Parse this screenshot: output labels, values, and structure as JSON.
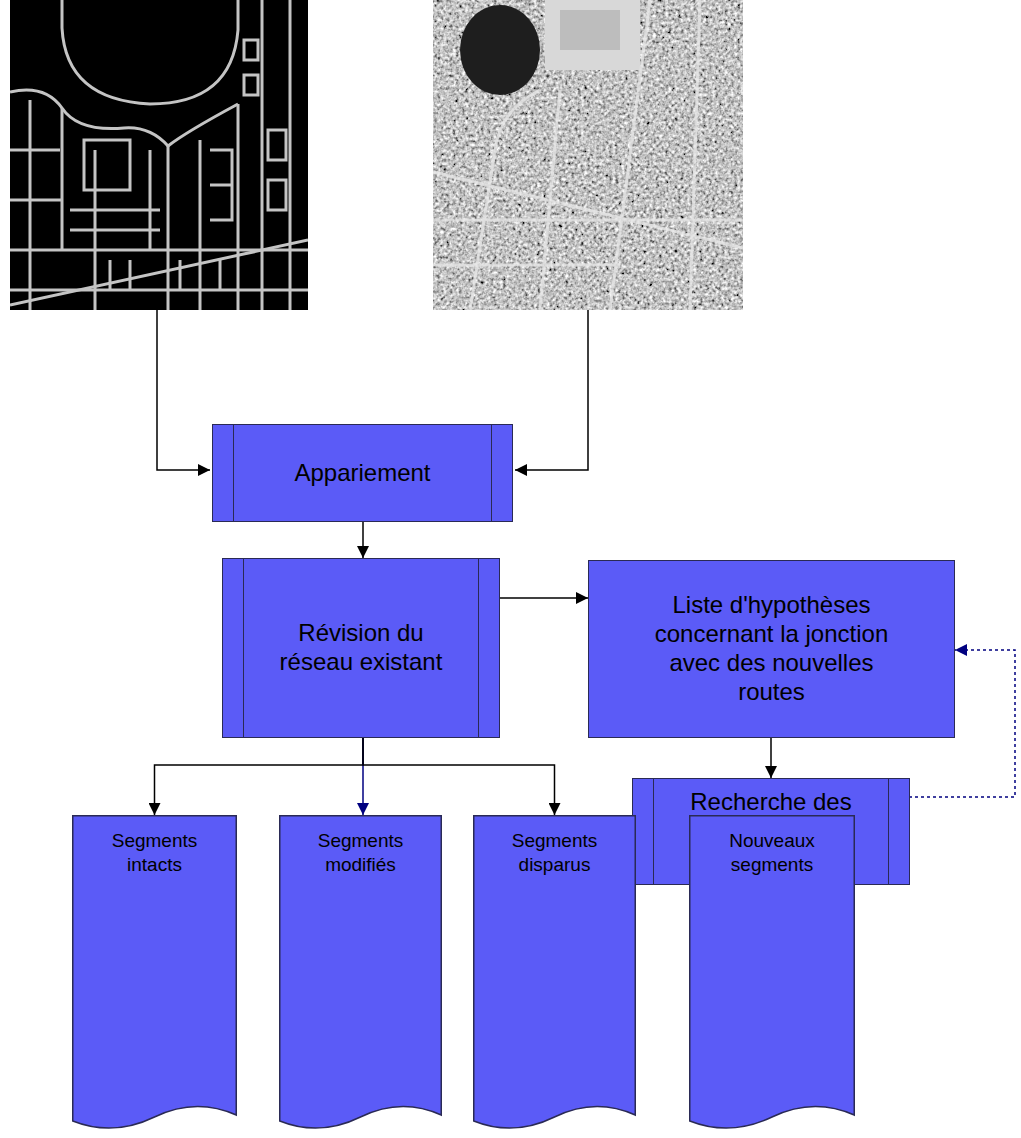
{
  "diagram": {
    "nodes": [
      {
        "text": [
          "Appariement"
        ]
      },
      {
        "text": [
          "Révision du réseau existant"
        ]
      },
      {
        "text": [
          "Liste d'hypothèses concernant la jonction avec des nouvelles routes"
        ]
      },
      {
        "text": [
          "Recherche des nouveaux segments"
        ]
      },
      {
        "text": [
          "Segments intacts"
        ]
      },
      {
        "text": [
          "Segments modifiés"
        ]
      },
      {
        "text": [
          "Segments disparus"
        ]
      },
      {
        "text": [
          "Nouveaux segments"
        ]
      }
    ],
    "edges": [
      {
        "from": 0,
        "to": 1,
        "arrow": "to"
      },
      {
        "from": 1,
        "to": 2,
        "arrow": "to"
      },
      {
        "from": 1,
        "to": 4,
        "arrow": "to"
      },
      {
        "from": 1,
        "to": 5,
        "arrow": "to"
      },
      {
        "from": 1,
        "to": 6,
        "arrow": "to"
      },
      {
        "from": 2,
        "to": 3,
        "arrow": "to"
      },
      {
        "from": 3,
        "to": 7,
        "arrow": "to"
      },
      {
        "from": 7,
        "to": 2,
        "arrow": "to"
      }
    ]
  }
}
